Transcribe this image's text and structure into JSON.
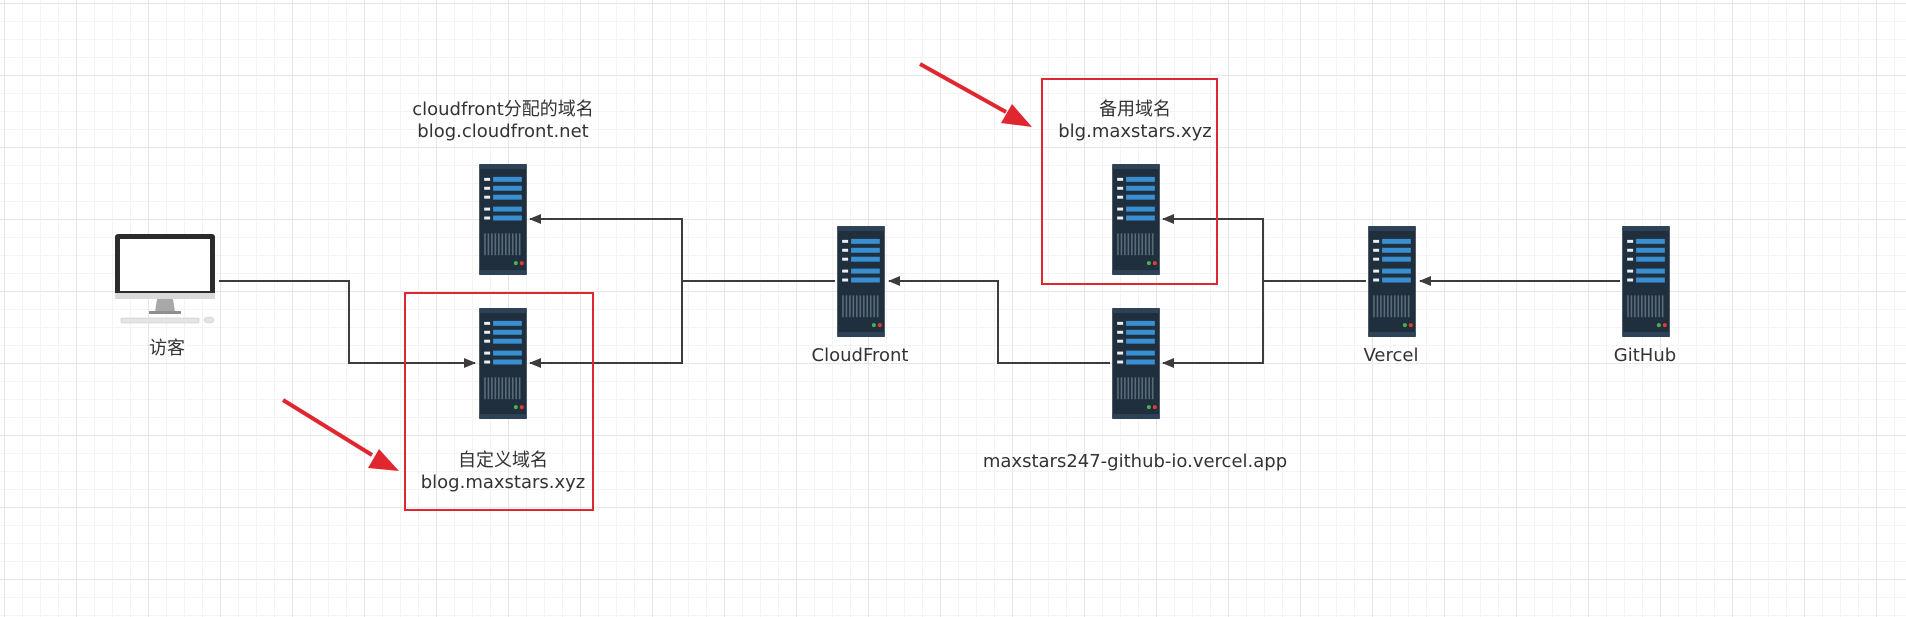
{
  "colors": {
    "connector": "#3c3c3c",
    "highlight": "#e0262e",
    "server_body": "#1f2f3e",
    "server_accent": "#3a8fd0",
    "grid_major": "#e6e6e6",
    "grid_minor": "#f4f4f4"
  },
  "nodes": {
    "visitor": {
      "label": "访客",
      "icon": "desktop-computer-icon"
    },
    "cloudfront_domain": {
      "line1": "cloudfront分配的域名",
      "line2": "blog.cloudfront.net",
      "icon": "server-icon"
    },
    "custom_domain": {
      "line1": "自定义域名",
      "line2": "blog.maxstars.xyz",
      "icon": "server-icon"
    },
    "cloudfront": {
      "label": "CloudFront",
      "icon": "server-icon"
    },
    "backup_domain": {
      "line1": "备用域名",
      "line2": "blg.maxstars.xyz",
      "icon": "server-icon"
    },
    "vercel_app": {
      "label": "maxstars247-github-io.vercel.app",
      "icon": "server-icon"
    },
    "vercel": {
      "label": "Vercel",
      "icon": "server-icon"
    },
    "github": {
      "label": "GitHub",
      "icon": "server-icon"
    }
  },
  "annotations": [
    {
      "type": "red-arrow",
      "points_to": "custom_domain"
    },
    {
      "type": "red-arrow",
      "points_to": "backup_domain"
    }
  ]
}
